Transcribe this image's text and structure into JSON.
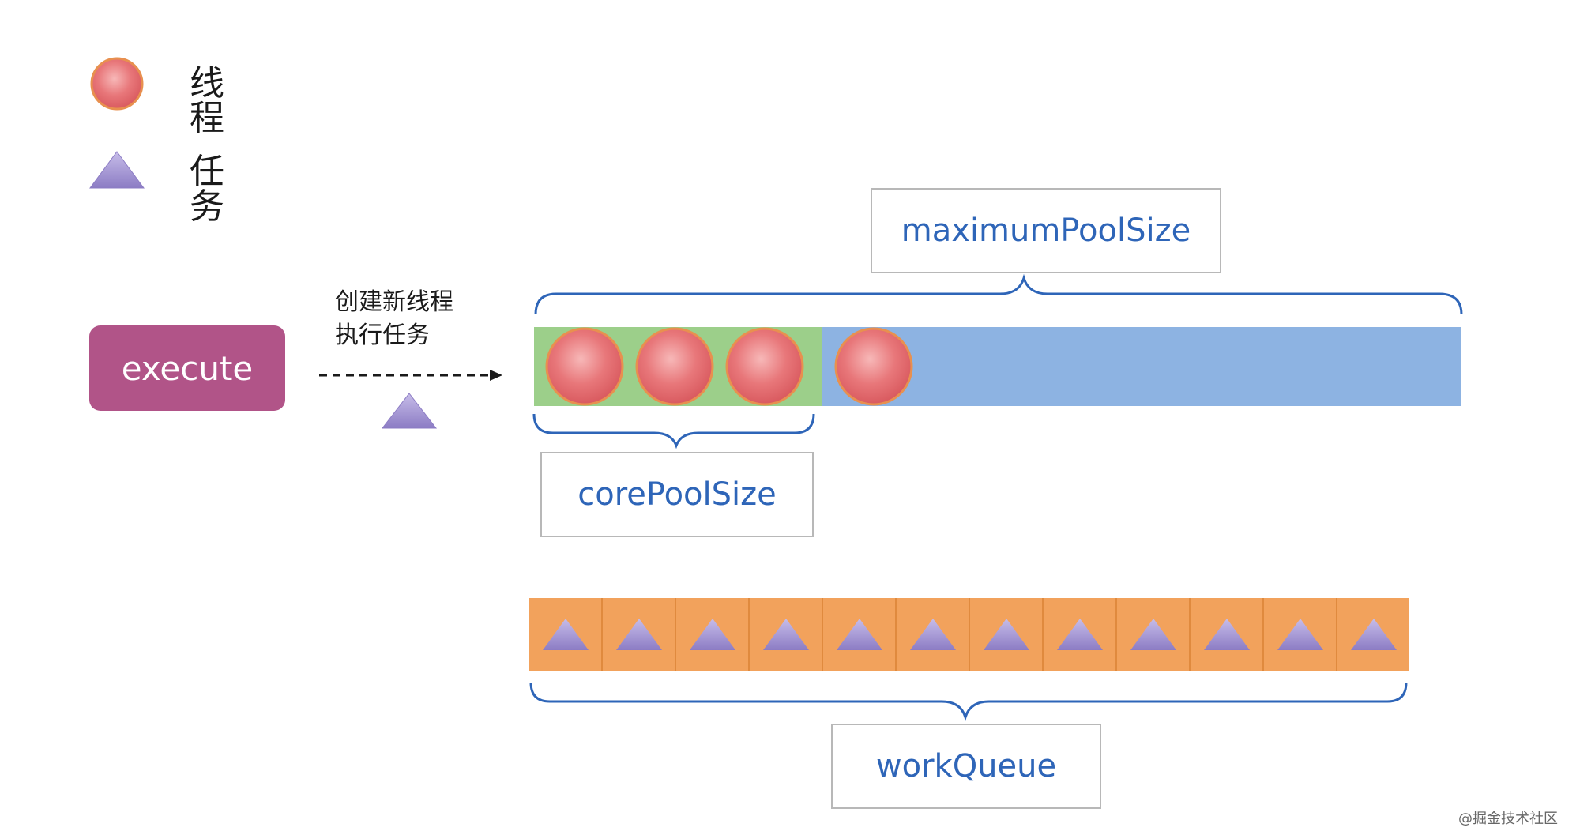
{
  "legend": {
    "thread_label": "线程",
    "task_label": "任务"
  },
  "execute_label": "execute",
  "arrow_label_line1": "创建新线程",
  "arrow_label_line2": "执行任务",
  "maximum_pool_size_label": "maximumPoolSize",
  "core_pool_size_label": "corePoolSize",
  "work_queue_label": "workQueue",
  "watermark": "@掘金技术社区",
  "pool": {
    "core_thread_count": 3,
    "extra_thread_count": 1
  },
  "queue_task_count": 12,
  "colors": {
    "thread_fill": "#e56b6f",
    "task_fill": "#9d8fd0",
    "execute_fill": "#b15488",
    "core_area": "#9ccf8a",
    "max_area": "#8db3e2",
    "queue_fill": "#f2a25c",
    "brace": "#2e65b8"
  }
}
